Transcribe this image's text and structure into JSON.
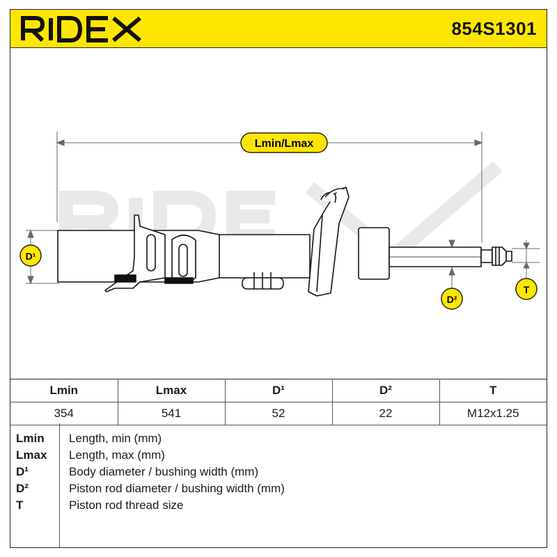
{
  "header": {
    "brand": "RIDEX",
    "part_number": "854S1301",
    "background_color": "#ffe600"
  },
  "diagram": {
    "label_length": "Lmin/Lmax",
    "label_d1": "D¹",
    "label_d2": "D²",
    "label_t": "T",
    "watermark": "RIDEX"
  },
  "specs": {
    "columns": [
      "Lmin",
      "Lmax",
      "D¹",
      "D²",
      "T"
    ],
    "values": [
      "354",
      "541",
      "52",
      "22",
      "M12x1.25"
    ]
  },
  "legend": [
    {
      "key": "Lmin",
      "desc": "Length, min (mm)"
    },
    {
      "key": "Lmax",
      "desc": "Length, max (mm)"
    },
    {
      "key": "D¹",
      "desc": "Body diameter / bushing width (mm)"
    },
    {
      "key": "D²",
      "desc": "Piston rod diameter / bushing width (mm)"
    },
    {
      "key": "T",
      "desc": "Piston rod thread size"
    }
  ]
}
